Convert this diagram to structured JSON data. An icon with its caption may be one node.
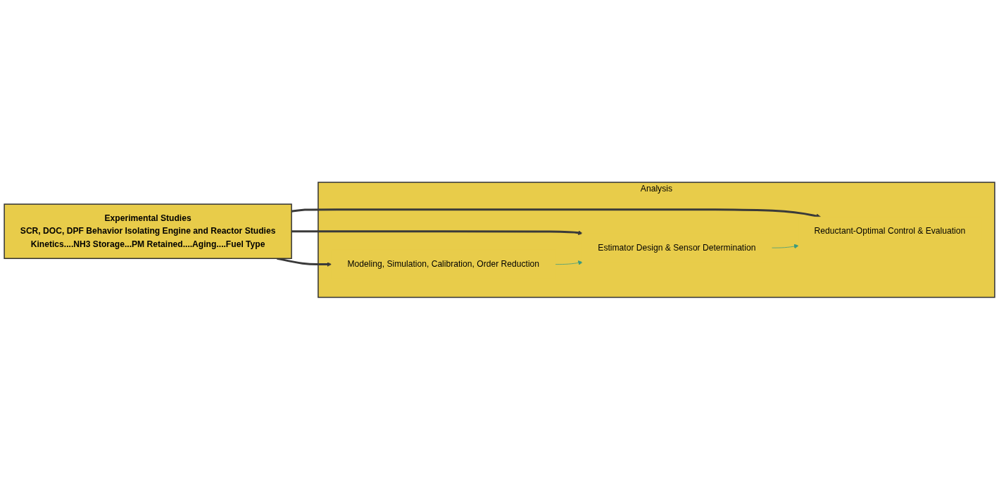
{
  "diagram": {
    "nodes": [
      {
        "text": [
          "Experimental Studies",
          "SCR, DOC, DPF Behavior Isolating Engine and Reactor Studies",
          "Kinetics....NH3 Storage...PM Retained....Aging....Fuel Type"
        ]
      },
      {
        "text": [
          "Analysis"
        ]
      },
      {
        "text": [
          "Modeling, Simulation, Calibration, Order Reduction"
        ],
        "in": 1
      },
      {
        "text": [
          "Estimator Design & Sensor Determination"
        ],
        "in": 1
      },
      {
        "text": [
          "Reductant-Optimal Control & Evaluation"
        ],
        "in": 1
      }
    ],
    "edges": [
      {
        "from": 0,
        "to": 2,
        "arrow": "to"
      },
      {
        "from": 0,
        "to": 3,
        "arrow": "to"
      },
      {
        "from": 0,
        "to": 4,
        "arrow": "to"
      },
      {
        "from": 2,
        "to": 3,
        "arrow": "to",
        "color": "#3a9a80"
      },
      {
        "from": 3,
        "to": 4,
        "arrow": "to",
        "color": "#3a9a80"
      }
    ]
  }
}
